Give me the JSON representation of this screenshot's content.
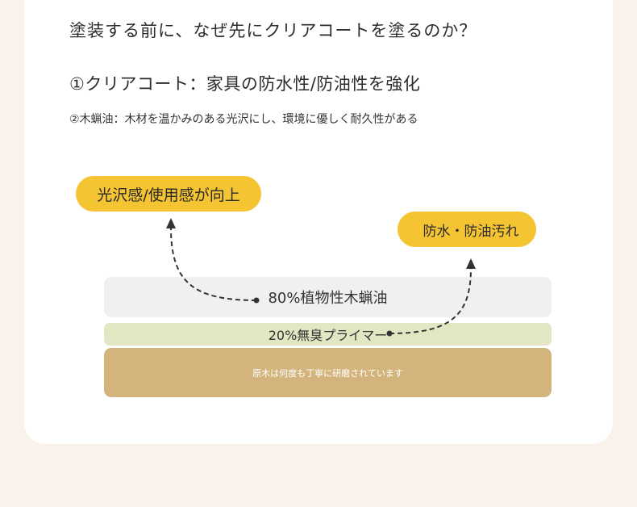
{
  "title": "塗装する前に、なぜ先にクリアコートを塗るのか？",
  "point1": "①クリアコート：家具の防水性/防油性を強化",
  "point2": "②木蝋油：木材を温かみのある光沢にし、環境に優しく耐久性がある",
  "badges": {
    "left": "光沢感/使用感が向上",
    "right": "防水・防油汚れ"
  },
  "layers": {
    "oil": "80%植物性木蝋油",
    "primer": "20%無臭プライマー",
    "wood": "原木は何度も丁寧に研磨されています"
  },
  "colors": {
    "badge": "#f5c433",
    "oil_layer": "#f1f0f0",
    "primer_layer": "#e2e6c2",
    "wood_layer": "#d3b47c",
    "background": "#f8f2ea"
  }
}
